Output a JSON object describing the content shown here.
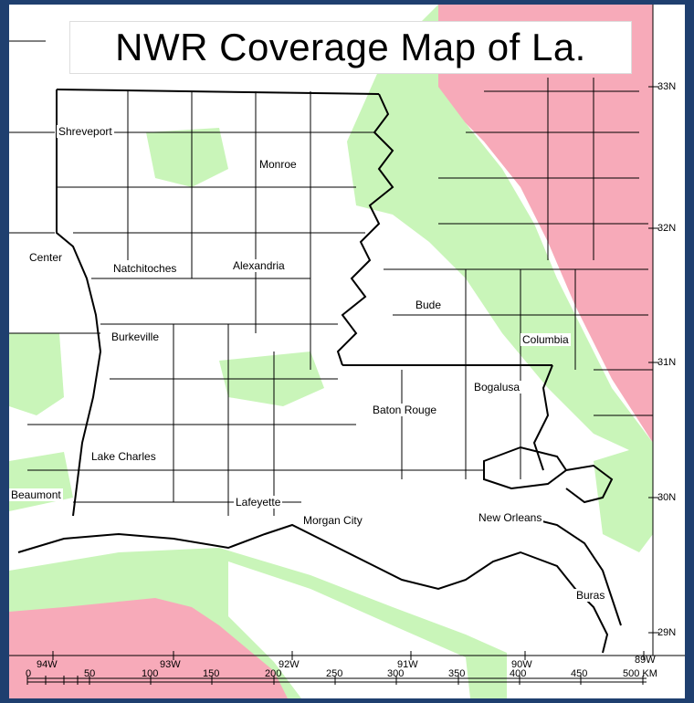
{
  "title": "NWR Coverage Map of La.",
  "colors": {
    "coverage_green": "#c9f5b9",
    "noncoverage_pink": "#f7aab9",
    "boundary": "#000000",
    "background": "#ffffff"
  },
  "cities": [
    {
      "id": "shreveport",
      "label": "Shreveport"
    },
    {
      "id": "monroe",
      "label": "Monroe"
    },
    {
      "id": "center",
      "label": "Center"
    },
    {
      "id": "natchitoches",
      "label": "Natchitoches"
    },
    {
      "id": "alexandria",
      "label": "Alexandria"
    },
    {
      "id": "bude",
      "label": "Bude"
    },
    {
      "id": "burkeville",
      "label": "Burkeville"
    },
    {
      "id": "columbia",
      "label": "Columbia"
    },
    {
      "id": "bogalusa",
      "label": "Bogalusa"
    },
    {
      "id": "baton_rouge",
      "label": "Baton Rouge"
    },
    {
      "id": "lake_charles",
      "label": "Lake Charles"
    },
    {
      "id": "beaumont",
      "label": "Beaumont"
    },
    {
      "id": "lafayette",
      "label": "Lafeyette"
    },
    {
      "id": "morgan_city",
      "label": "Morgan City"
    },
    {
      "id": "new_orleans",
      "label": "New Orleans"
    },
    {
      "id": "buras",
      "label": "Buras"
    }
  ],
  "latitude_labels": [
    "33N",
    "32N",
    "31N",
    "30N",
    "29N"
  ],
  "longitude_labels": [
    "94W",
    "93W",
    "92W",
    "91W",
    "90W",
    "89W"
  ],
  "scale_labels": [
    "0",
    "50",
    "100",
    "150",
    "200",
    "250",
    "300",
    "350",
    "400",
    "450",
    "500 KM"
  ]
}
